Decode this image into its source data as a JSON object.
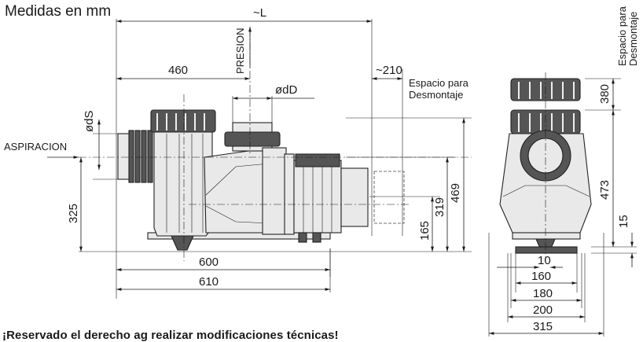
{
  "title": "Medidas en mm",
  "footer_note": "¡Reservado el derecho ag realizar modificaciones técnicas!",
  "labels": {
    "overall_length": "~L",
    "presion": "PRESION",
    "aspiracion": "ASPIRACION",
    "dS": "ødS",
    "dD": "ødD",
    "clearance": "~210",
    "disassembly_space": [
      "Espacio para",
      "Desmontaje"
    ],
    "disassembly_space_side": [
      "Espacio para",
      "Desmontaje"
    ]
  },
  "dimensions_mm": {
    "front": {
      "d460": "460",
      "d325": "325",
      "d165": "165",
      "d319": "319",
      "d469": "469",
      "d600": "600",
      "d610": "610"
    },
    "side": {
      "d380": "380",
      "d473": "473",
      "d15": "15",
      "d10": "10",
      "d160": "160",
      "d180": "180",
      "d200": "200",
      "d315": "315"
    }
  }
}
